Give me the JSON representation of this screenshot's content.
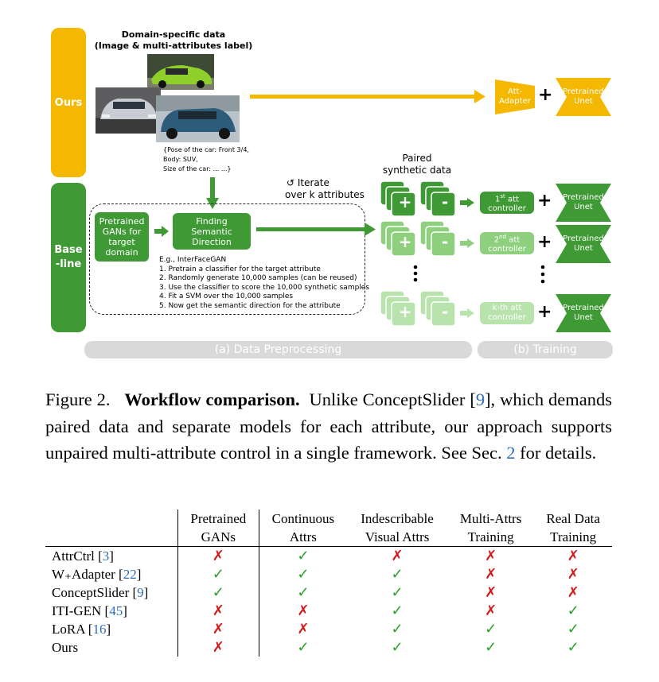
{
  "figure": {
    "ours_label": "Ours",
    "baseline_label_1": "Base",
    "baseline_label_2": "-line",
    "domain_title_1": "Domain-specific data",
    "domain_title_2": "(Image & multi-attributes label)",
    "attr_note_1": "{Pose of the car: Front 3/4,",
    "attr_note_2": "Body: SUV,",
    "attr_note_3": "Size of the car: ... ...}",
    "att_adapter": "Att-Adapter",
    "pretrained_unet": "Pretrained Unet",
    "plus": "+",
    "minus": "-",
    "iterate_1": "↺ Iterate",
    "iterate_2": "over k attributes",
    "pretrained_gans": "Pretrained GANs for target domain",
    "finding_direction": "Finding Semantic Direction",
    "eg_title": "E.g., InterFaceGAN",
    "steps": [
      "1.   Pretrain a classifier for the target attribute",
      "2.   Randomly generate 10,000 samples (can be reused)",
      "3.   Use the classifier to score the 10,000 synthetic samples",
      "4.   Fit a SVM over the 10,000 samples",
      "5.   Now get the semantic direction for the attribute"
    ],
    "paired_1": "Paired",
    "paired_2": "synthetic data",
    "controllers": [
      {
        "num": "1",
        "sup": "st",
        "rest": " att",
        "line2": "controller"
      },
      {
        "num": "2",
        "sup": "nd",
        "rest": " att",
        "line2": "controller"
      },
      {
        "num": "k-th att",
        "sup": "",
        "rest": "",
        "line2": "controller"
      }
    ],
    "section_a": "(a) Data Preprocessing",
    "section_b": "(b) Training",
    "colors": {
      "ours": "#f5b800",
      "baseline": "#3f9a35",
      "light_green": "#8fd07f",
      "pill": "#d9d9d9"
    }
  },
  "caption": {
    "label": "Figure 2.",
    "bold": "Workflow comparison.",
    "text_1": "Unlike ConceptSlider [",
    "ref_1": "9",
    "text_2": "], which demands paired data and separate models for each attribute, our approach supports unpaired multi-attribute control in a single framework. See Sec. ",
    "ref_2": "2",
    "text_3": " for details."
  },
  "table": {
    "headers": [
      [
        "Pretrained",
        "GANs"
      ],
      [
        "Continuous",
        "Attrs"
      ],
      [
        "Indescribable",
        "Visual Attrs"
      ],
      [
        "Multi-Attrs",
        "Training"
      ],
      [
        "Real Data",
        "Training"
      ]
    ],
    "rows": [
      {
        "name": "AttrCtrl [",
        "ref": "3",
        "close": "]",
        "cells": [
          "✗",
          "✓",
          "✗",
          "✗",
          "✗"
        ]
      },
      {
        "name": "W₊Adapter [",
        "ref": "22",
        "close": "]",
        "cells": [
          "✓",
          "✓",
          "✓",
          "✗",
          "✗"
        ]
      },
      {
        "name": "ConceptSlider [",
        "ref": "9",
        "close": "]",
        "cells": [
          "✓",
          "✓",
          "✓",
          "✗",
          "✗"
        ]
      },
      {
        "name": "ITI-GEN [",
        "ref": "45",
        "close": "]",
        "cells": [
          "✗",
          "✗",
          "✓",
          "✗",
          "✓"
        ]
      },
      {
        "name": "LoRA [",
        "ref": "16",
        "close": "]",
        "cells": [
          "✗",
          "✗",
          "✓",
          "✓",
          "✓"
        ]
      },
      {
        "name": "Ours",
        "ref": "",
        "close": "",
        "cells": [
          "✗",
          "✓",
          "✓",
          "✓",
          "✓"
        ]
      }
    ]
  }
}
